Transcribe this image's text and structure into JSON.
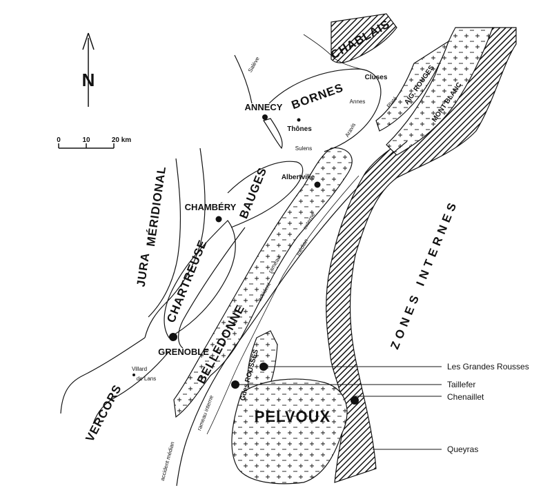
{
  "legend": {
    "scale": {
      "ticks": [
        "0",
        "10",
        "20 km"
      ]
    },
    "north": "N"
  },
  "regions": {
    "chablais": "CHABLAIS",
    "bornes": "BORNES",
    "bauges": "BAUGES",
    "chartreuse": "CHARTREUSE",
    "jura": "JURA",
    "meridional": "MÉRIDIONAL",
    "vercors": "VERCORS",
    "belledonne": "BELLEDONNE",
    "pelvoux": "PELVOUX",
    "zones_internes": "ZONES INTERNES",
    "mont_blanc": "MONT BLANC",
    "aig_rouges": "AIG. ROUGES",
    "grandes_rousses_inner": "Gdes ROUSSES"
  },
  "places": {
    "annecy": "ANNECY",
    "chambery": "CHAMBÉRY",
    "grenoble": "GRENOBLE",
    "albertville": "Albertville",
    "thones": "Thônes",
    "cluses": "Cluses",
    "saleve": "Salève",
    "villard_1": "Villard",
    "villard_2": "de Lans",
    "aravis": "Aravis",
    "plate": "Platé",
    "sulens": "Sulens",
    "annes": "Annes"
  },
  "structures": {
    "rameau_externe": "rameau",
    "rameau_externe_2": "externe",
    "median": "médian",
    "accident": "accident",
    "rameau_interne": "rameau interne",
    "accident_median": "accident médian"
  },
  "annotations": [
    {
      "label": "Les Grandes Rousses"
    },
    {
      "label": "Taillefer"
    },
    {
      "label": "Chenaillet"
    },
    {
      "label": "Queyras"
    }
  ]
}
